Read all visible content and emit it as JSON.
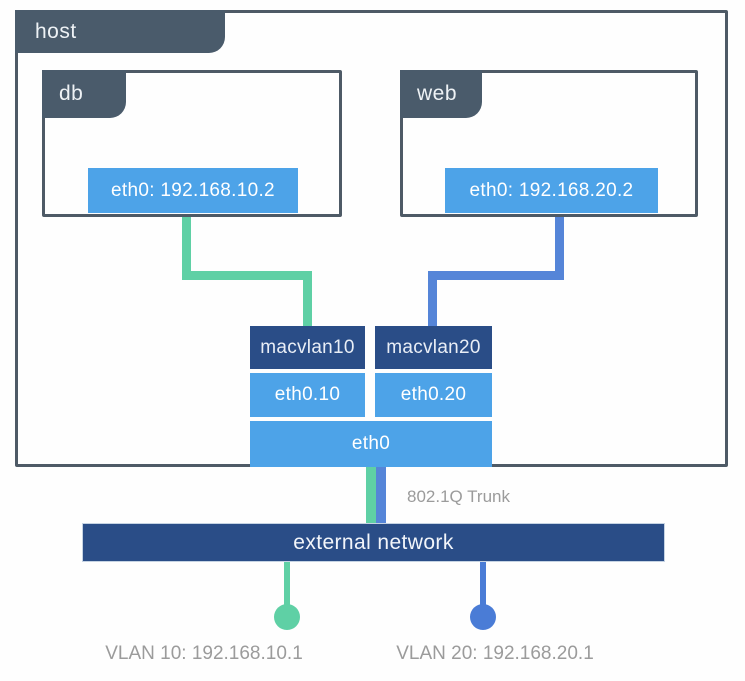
{
  "host": {
    "label": "host"
  },
  "containers": [
    {
      "name": "db",
      "iface": "eth0: 192.168.10.2"
    },
    {
      "name": "web",
      "iface": "eth0: 192.168.20.2"
    }
  ],
  "stack": {
    "macvlan10": "macvlan10",
    "macvlan20": "macvlan20",
    "subif10": "eth0.10",
    "subif20": "eth0.20",
    "parent": "eth0"
  },
  "trunk_label": "802.1Q Trunk",
  "external_network": {
    "label": "external network"
  },
  "vlans": [
    {
      "label": "VLAN 10: 192.168.10.1"
    },
    {
      "label": "VLAN 20: 192.168.20.1"
    }
  ],
  "colors": {
    "slate": "#4a5b6b",
    "border_gray": "#4e5a66",
    "navy": "#2a4d87",
    "light_blue": "#4da3e8",
    "green": "#5fd0a5",
    "blue": "#5585d8",
    "dot_blue": "#4a7cd6",
    "gray_text": "#9b9b9b"
  }
}
